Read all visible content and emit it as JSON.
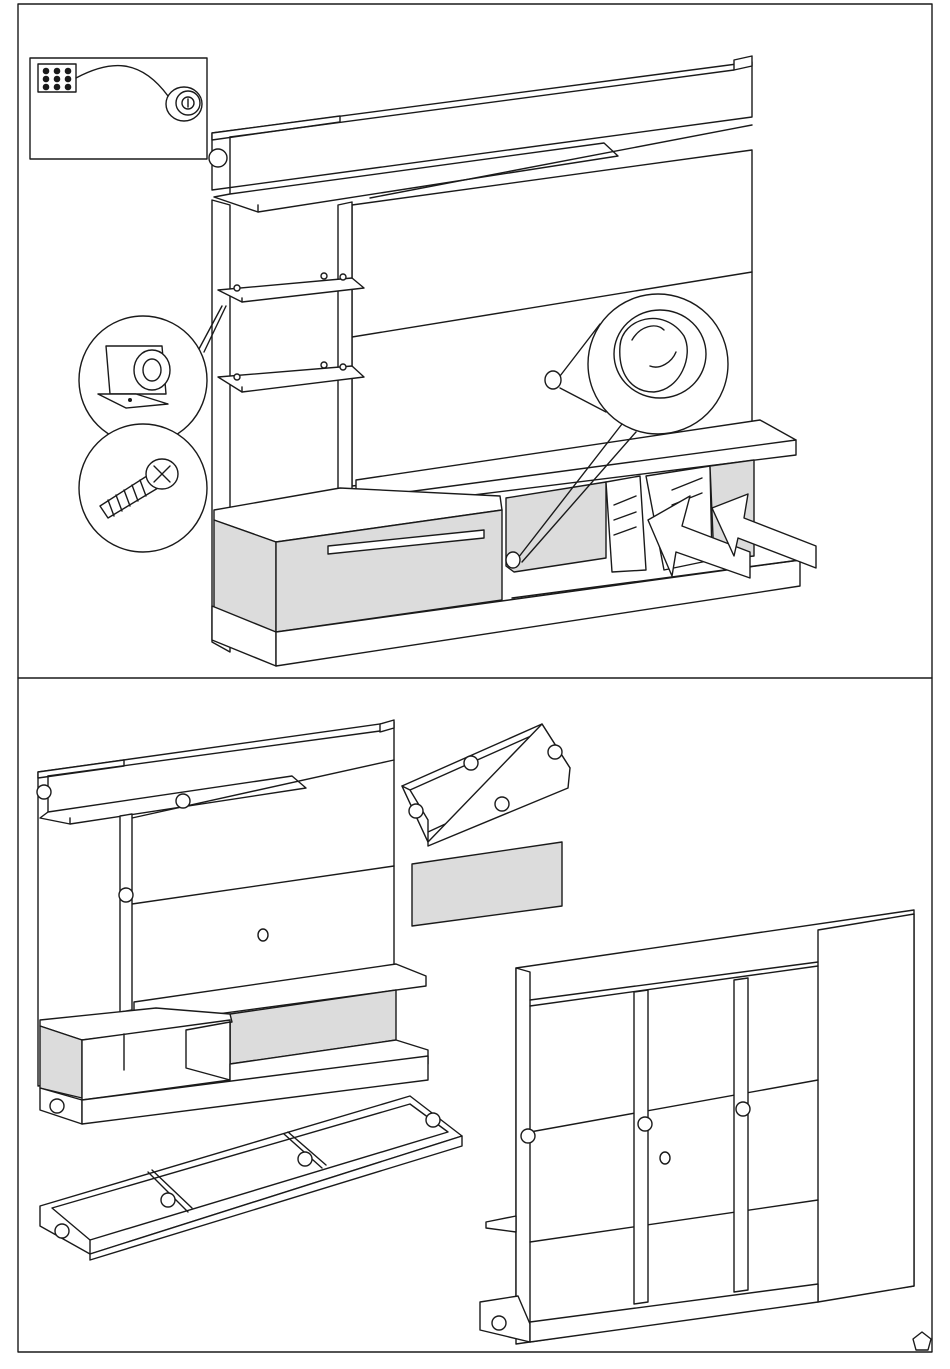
{
  "document": {
    "kind": "assembly-instruction-sheet",
    "panels": [
      {
        "id": "step-a",
        "description_visible": ""
      },
      {
        "id": "step-b",
        "description_visible": ""
      }
    ],
    "colors": {
      "line": "#1a1a1a",
      "panel_fill": "#dcdcdc",
      "background": "#ffffff"
    },
    "icons": [
      "hardware-grid-icon",
      "cam-lock-icon",
      "shelf-support-icon",
      "screw-icon",
      "cam-closeup-icon",
      "pentagon-mark-icon"
    ]
  }
}
